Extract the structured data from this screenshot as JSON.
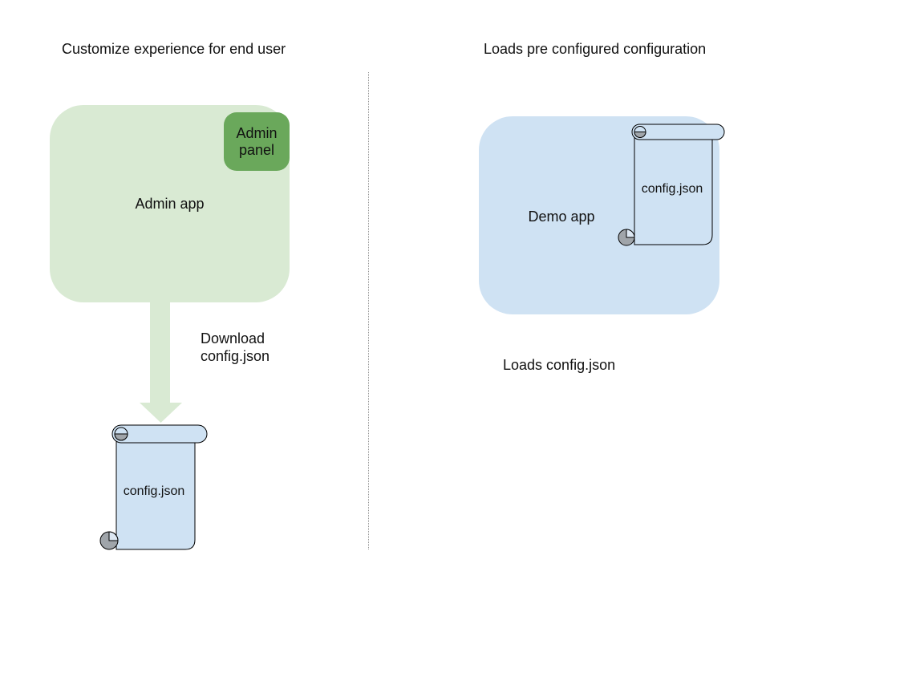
{
  "colors": {
    "app_green_light": "#d9ead3",
    "arrow_green": "#d9ead3",
    "panel_green": "#6aa85b",
    "app_blue_light": "#cfe2f3",
    "file_blue": "#cfe2f3",
    "file_curl_gray": "#a0a5aa",
    "file_curl_notch": "#dde8f3",
    "stroke_black": "#000000",
    "divider_gray": "#8f8f8f",
    "text_black": "#111111"
  },
  "left_section": {
    "title": "Customize experience for end user",
    "admin_app_label": "Admin app",
    "admin_panel_label": "Admin panel",
    "download_caption": "Download config.json",
    "config_file_label": "config.json"
  },
  "right_section": {
    "title": "Loads pre configured configuration",
    "demo_app_label": "Demo app",
    "config_file_label": "config.json",
    "loads_caption": "Loads config.json"
  }
}
